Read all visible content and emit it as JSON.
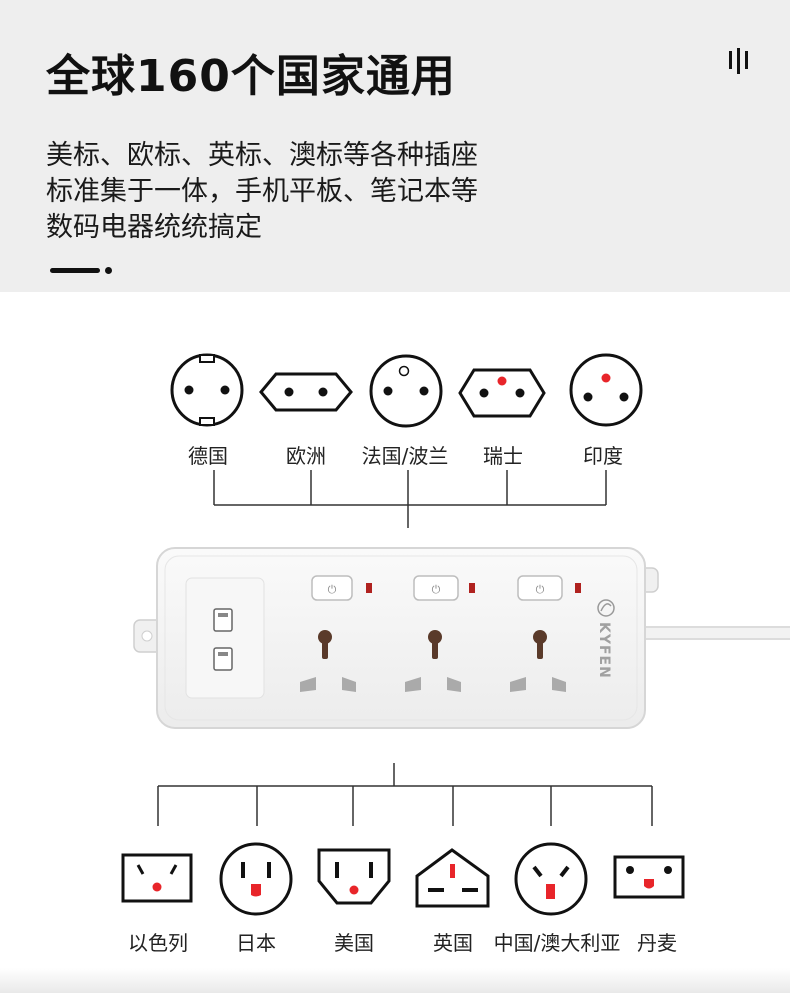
{
  "header": {
    "title": "全球160个国家通用",
    "description_lines": [
      "美标、欧标、英标、澳标等各种插座",
      "标准集于一体，手机平板、笔记本等",
      "数码电器统统搞定"
    ]
  },
  "top_plugs": [
    {
      "label": "德国"
    },
    {
      "label": "欧洲"
    },
    {
      "label": "法国/波兰"
    },
    {
      "label": "瑞士"
    },
    {
      "label": "印度"
    }
  ],
  "power_strip": {
    "brand": "KYFEN",
    "usb_ports": 2,
    "outlets": 3
  },
  "bottom_plugs": [
    {
      "label": "以色列"
    },
    {
      "label": "日本"
    },
    {
      "label": "美国"
    },
    {
      "label": "英国"
    },
    {
      "label": "中国/澳大利亚"
    },
    {
      "label": "丹麦"
    }
  ],
  "colors": {
    "accent_red": "#e8252a",
    "header_bg": "#eeeeee",
    "strip_body": "#f4f4f4",
    "socket_brown": "#5a3a2a"
  }
}
